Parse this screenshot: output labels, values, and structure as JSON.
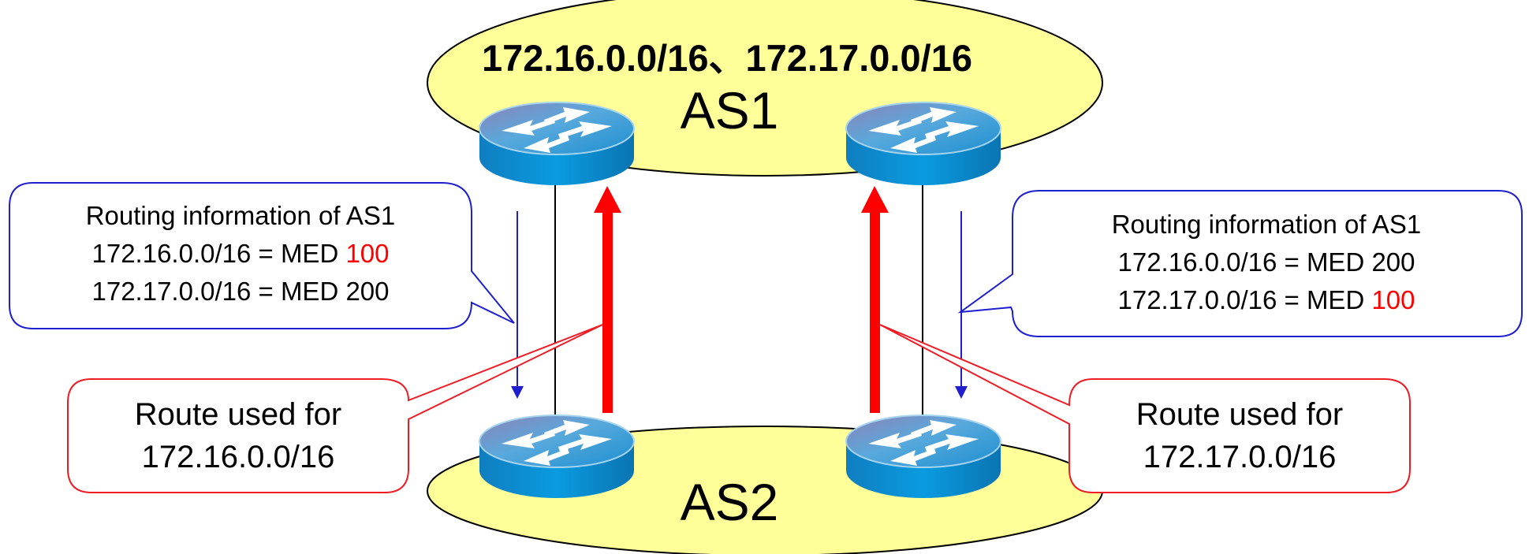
{
  "as1": {
    "prefixes": "172.16.0.0/16、172.17.0.0/16",
    "name": "AS1"
  },
  "as2": {
    "name": "AS2"
  },
  "callout_left": {
    "title": "Routing information of AS1",
    "line1_prefix": "172.16.0.0/16 = MED ",
    "line1_value": "100",
    "line2_prefix": "172.17.0.0/16 = MED ",
    "line2_value": "200"
  },
  "callout_right": {
    "title": "Routing information of AS1",
    "line1_prefix": "172.16.0.0/16 = MED ",
    "line1_value": "200",
    "line2_prefix": "172.17.0.0/16 = MED ",
    "line2_value": "100"
  },
  "route_left": {
    "line1": "Route used for",
    "line2": "172.16.0.0/16"
  },
  "route_right": {
    "line1": "Route used for",
    "line2": "172.17.0.0/16"
  },
  "colors": {
    "as_fill": "#ffff99",
    "callout_border": "#1f1fd0",
    "route_border": "#ee1c24",
    "med_highlight": "#ff0000",
    "router_top": "#3fa7d6",
    "router_side": "#0a78b8"
  },
  "icons": [
    "router-icon"
  ]
}
